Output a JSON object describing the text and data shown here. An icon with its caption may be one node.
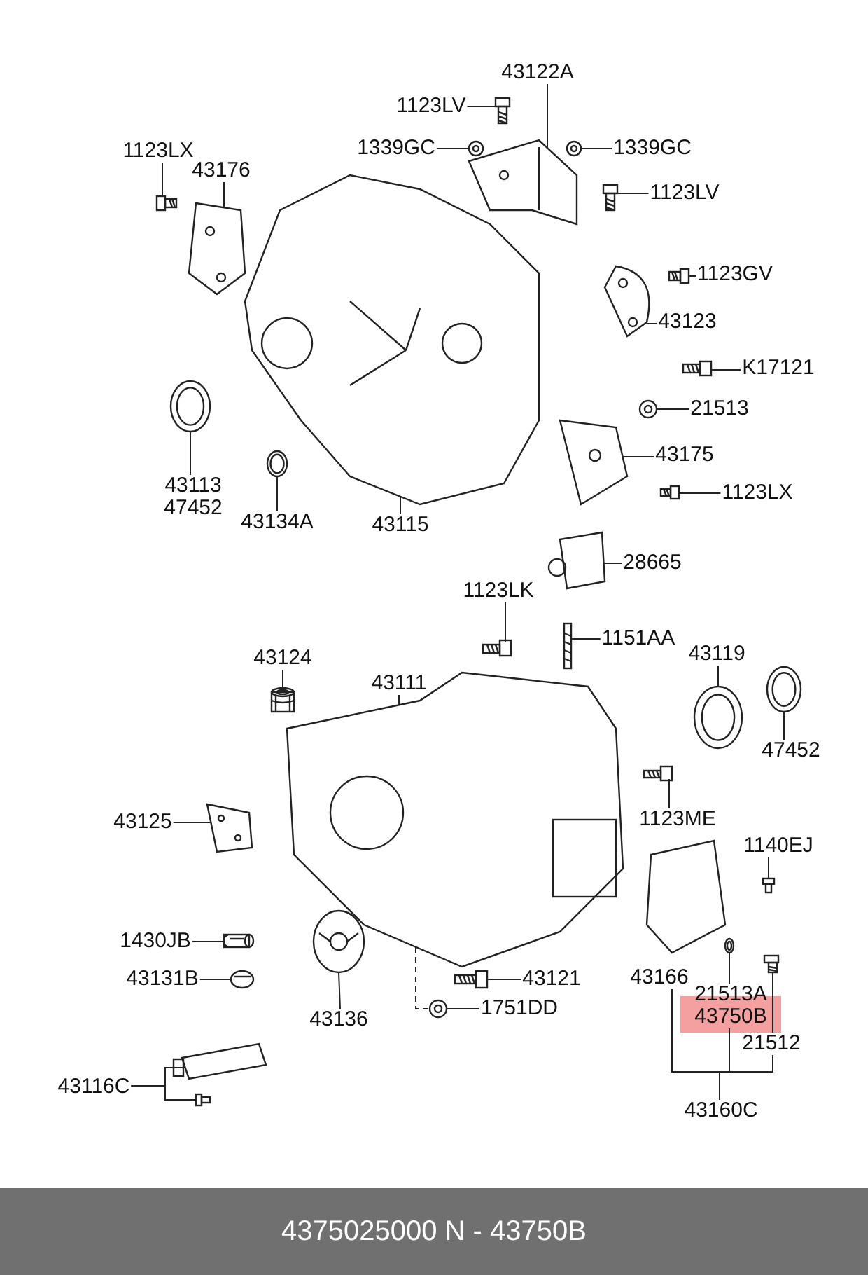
{
  "diagram": {
    "caption": "4375025000 N - 43750B",
    "nodes": [
      {
        "text": [
          "43122A"
        ]
      },
      {
        "text": [
          "1123LV"
        ]
      },
      {
        "text": [
          "1339GC"
        ]
      },
      {
        "text": [
          "1339GC"
        ]
      },
      {
        "text": [
          "1123LV"
        ]
      },
      {
        "text": [
          "1123LX"
        ]
      },
      {
        "text": [
          "43176"
        ]
      },
      {
        "text": [
          "1123GV"
        ]
      },
      {
        "text": [
          "43123"
        ]
      },
      {
        "text": [
          "K17121"
        ]
      },
      {
        "text": [
          "21513"
        ]
      },
      {
        "text": [
          "43175"
        ]
      },
      {
        "text": [
          "1123LX"
        ]
      },
      {
        "text": [
          "43113",
          "47452"
        ]
      },
      {
        "text": [
          "43134A"
        ]
      },
      {
        "text": [
          "43115"
        ]
      },
      {
        "text": [
          "28665"
        ]
      },
      {
        "text": [
          "1123LK"
        ]
      },
      {
        "text": [
          "1151AA"
        ]
      },
      {
        "text": [
          "43119"
        ]
      },
      {
        "text": [
          "47452"
        ]
      },
      {
        "text": [
          "43124"
        ]
      },
      {
        "text": [
          "43111"
        ]
      },
      {
        "text": [
          "1123ME"
        ]
      },
      {
        "text": [
          "1140EJ"
        ]
      },
      {
        "text": [
          "43125"
        ]
      },
      {
        "text": [
          "1430JB"
        ]
      },
      {
        "text": [
          "43131B"
        ]
      },
      {
        "text": [
          "43136"
        ]
      },
      {
        "text": [
          "43121"
        ]
      },
      {
        "text": [
          "1751DD"
        ]
      },
      {
        "text": [
          "43166"
        ]
      },
      {
        "text": [
          "21513A",
          "43750B"
        ]
      },
      {
        "text": [
          "21512"
        ]
      },
      {
        "text": [
          "43160C"
        ]
      },
      {
        "text": [
          "43116C"
        ]
      },
      {
        "text": [],
        "shape": "picture"
      },
      {
        "text": [],
        "shape": "picture"
      },
      {
        "text": [],
        "shape": "picture"
      },
      {
        "text": [],
        "shape": "picture"
      },
      {
        "text": [],
        "shape": "picture"
      },
      {
        "text": [],
        "shape": "picture"
      },
      {
        "text": [],
        "shape": "picture"
      },
      {
        "text": [],
        "shape": "picture"
      },
      {
        "text": [],
        "shape": "picture"
      },
      {
        "text": [],
        "shape": "picture"
      },
      {
        "text": [],
        "shape": "picture"
      },
      {
        "text": [],
        "shape": "picture"
      },
      {
        "text": [],
        "shape": "picture"
      },
      {
        "text": [],
        "shape": "picture"
      },
      {
        "text": [],
        "shape": "picture"
      },
      {
        "text": [],
        "shape": "picture"
      },
      {
        "text": [],
        "shape": "picture"
      },
      {
        "text": [],
        "shape": "picture"
      },
      {
        "text": [],
        "shape": "picture"
      },
      {
        "text": [],
        "shape": "picture"
      },
      {
        "text": [],
        "shape": "picture"
      },
      {
        "text": [],
        "shape": "picture"
      },
      {
        "text": [],
        "shape": "picture"
      },
      {
        "text": [],
        "shape": "picture"
      },
      {
        "text": [],
        "shape": "picture"
      },
      {
        "text": [],
        "shape": "picture"
      },
      {
        "text": [],
        "shape": "picture"
      },
      {
        "text": [],
        "shape": "picture"
      },
      {
        "text": [],
        "shape": "picture"
      },
      {
        "text": [],
        "shape": "picture"
      },
      {
        "text": [],
        "shape": "picture"
      },
      {
        "text": [],
        "shape": "picture"
      },
      {
        "text": [],
        "shape": "picture"
      },
      {
        "text": [],
        "shape": "picture"
      },
      {
        "text": [],
        "shape": "picture"
      }
    ],
    "edges": [
      {
        "from": 0,
        "to": 37,
        "arrow": "none"
      },
      {
        "from": 1,
        "to": 36,
        "arrow": "none"
      },
      {
        "from": 2,
        "to": 38,
        "arrow": "none"
      },
      {
        "from": 3,
        "to": 39,
        "arrow": "none"
      },
      {
        "from": 4,
        "to": 40,
        "arrow": "none"
      },
      {
        "from": 5,
        "to": 41,
        "arrow": "none"
      },
      {
        "from": 6,
        "to": 42,
        "arrow": "none"
      },
      {
        "from": 7,
        "to": 43,
        "arrow": "none"
      },
      {
        "from": 8,
        "to": 44,
        "arrow": "none"
      },
      {
        "from": 9,
        "to": 45,
        "arrow": "none"
      },
      {
        "from": 10,
        "to": 46,
        "arrow": "none"
      },
      {
        "from": 11,
        "to": 47,
        "arrow": "none"
      },
      {
        "from": 12,
        "to": 48,
        "arrow": "none"
      },
      {
        "from": 13,
        "to": 49,
        "arrow": "none"
      },
      {
        "from": 14,
        "to": 50,
        "arrow": "none"
      },
      {
        "from": 15,
        "to": 51,
        "arrow": "none"
      },
      {
        "from": 16,
        "to": 52,
        "arrow": "none"
      },
      {
        "from": 17,
        "to": 53,
        "arrow": "none"
      },
      {
        "from": 18,
        "to": 54,
        "arrow": "none"
      },
      {
        "from": 19,
        "to": 55,
        "arrow": "none"
      },
      {
        "from": 20,
        "to": 56,
        "arrow": "none"
      },
      {
        "from": 21,
        "to": 57,
        "arrow": "none"
      },
      {
        "from": 22,
        "to": 58,
        "arrow": "none"
      },
      {
        "from": 23,
        "to": 59,
        "arrow": "none"
      },
      {
        "from": 24,
        "to": 60,
        "arrow": "none"
      },
      {
        "from": 25,
        "to": 61,
        "arrow": "none"
      },
      {
        "from": 26,
        "to": 62,
        "arrow": "none"
      },
      {
        "from": 27,
        "to": 63,
        "arrow": "none"
      },
      {
        "from": 28,
        "to": 64,
        "arrow": "none"
      },
      {
        "from": 29,
        "to": 65,
        "arrow": "none"
      },
      {
        "from": 30,
        "to": 66,
        "arrow": "none"
      },
      {
        "from": 32,
        "to": 67,
        "arrow": "none"
      },
      {
        "from": 34,
        "to": 31,
        "arrow": "none"
      },
      {
        "from": 34,
        "to": 32,
        "arrow": "none"
      },
      {
        "from": 34,
        "to": 33,
        "arrow": "none"
      },
      {
        "from": 35,
        "to": 69,
        "arrow": "none"
      },
      {
        "from": 35,
        "to": 70,
        "arrow": "none"
      },
      {
        "from": 33,
        "to": 68,
        "arrow": "none"
      },
      {
        "from": 58,
        "to": 66,
        "arrow": "none",
        "style": "dashed"
      }
    ]
  }
}
